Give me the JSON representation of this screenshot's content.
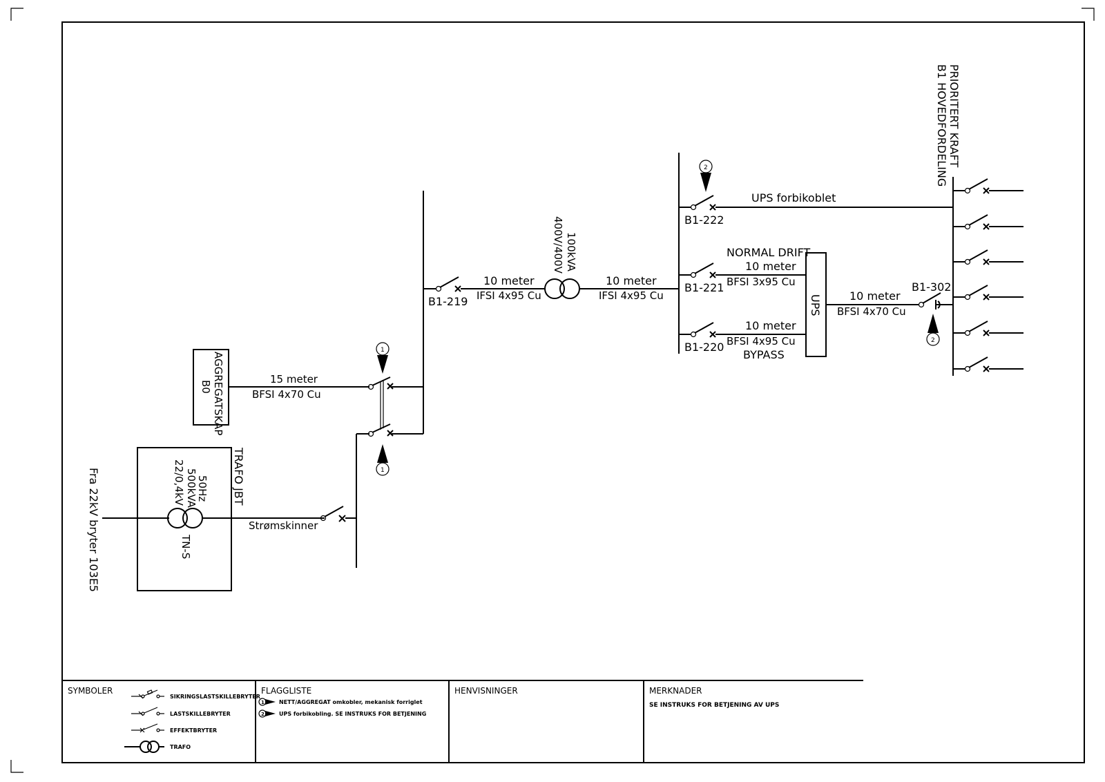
{
  "source": {
    "label": "Fra 22kV bryter 103E5"
  },
  "trafo_jbt": {
    "title": "TRAFO JBT",
    "freq": "50Hz",
    "power": "500kVA",
    "voltage": "22/0,4kV",
    "system": "TN-S"
  },
  "busbar_label": "Strømskinner",
  "aggregate": {
    "line1": "AGGREGATSKAP",
    "line2": "B0",
    "length": "15 meter",
    "cable": "BFSI 4x70 Cu"
  },
  "flags": {
    "f1": "1",
    "f2": "2"
  },
  "b1_219": {
    "label": "B1-219",
    "length": "10 meter",
    "cable": "IFSI 4x95 Cu"
  },
  "ups_trafo": {
    "power": "100kVA",
    "voltage": "400V/400V",
    "length": "10 meter",
    "cable": "IFSI 4x95 Cu"
  },
  "b1_222": {
    "label": "B1-222",
    "text": "UPS forbikoblet"
  },
  "b1_221": {
    "label": "B1-221",
    "heading": "NORMAL DRIFT",
    "length": "10 meter",
    "cable": "BFSI 3x95 Cu"
  },
  "b1_220": {
    "label": "B1-220",
    "length": "10 meter",
    "cable": "BFSI 4x95 Cu",
    "note": "BYPASS"
  },
  "ups": {
    "label": "UPS"
  },
  "b1_302": {
    "label": "B1-302",
    "length": "10 meter",
    "cable": "BFSI 4x70 Cu"
  },
  "priority": {
    "line1": "PRIORITERT KRAFT",
    "line2": "B1 HOVEDFORDELING"
  },
  "title_block": {
    "symbols": {
      "heading": "SYMBOLER",
      "items": [
        "SIKRINGSLASTSKILLEBRYTER",
        "LASTSKILLEBRYTER",
        "EFFEKTBRYTER",
        "TRAFO"
      ]
    },
    "flag_list": {
      "heading": "FLAGGLISTE",
      "items": [
        "NETT/AGGREGAT omkobler, mekanisk forriglet",
        "UPS forbikobling. SE INSTRUKS FOR BETJENING"
      ]
    },
    "references": {
      "heading": "HENVISNINGER"
    },
    "remarks": {
      "heading": "MERKNADER",
      "text": "SE INSTRUKS FOR BETJENING AV UPS"
    }
  }
}
